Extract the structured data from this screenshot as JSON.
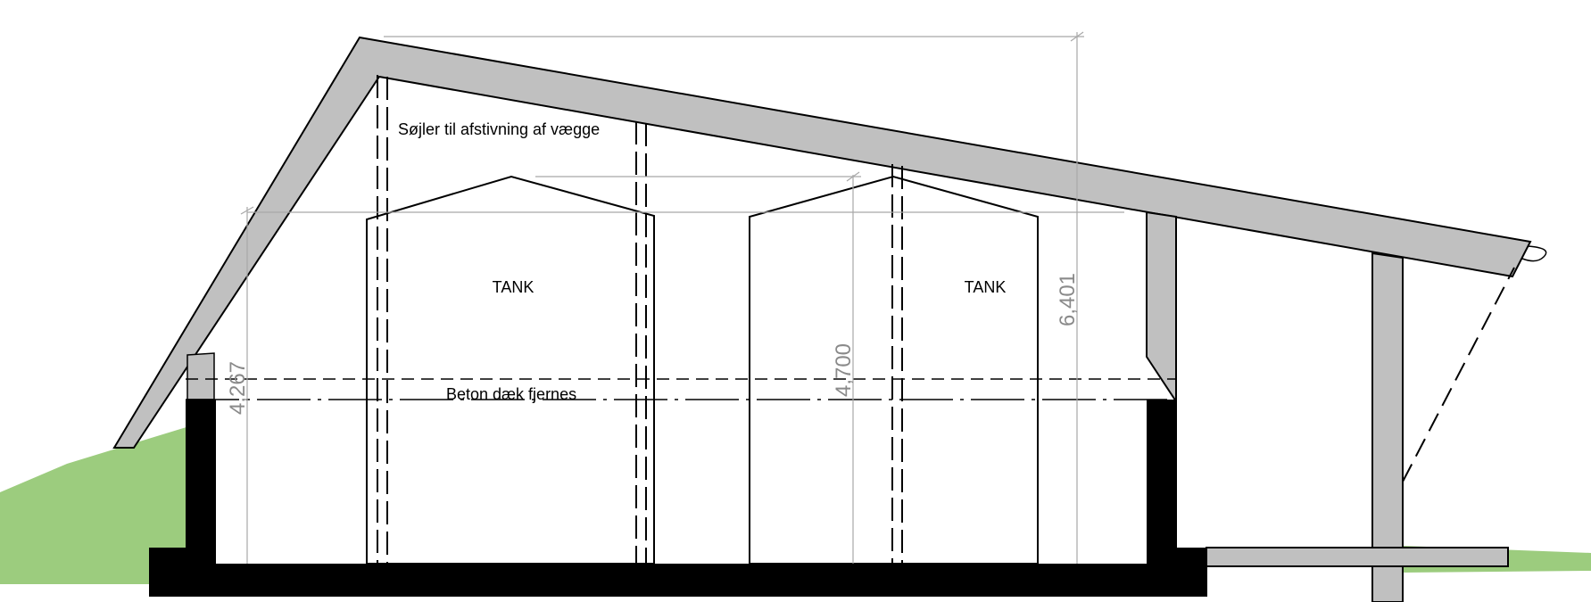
{
  "labels": {
    "columns_note": "Søjler til afstivning af vægge",
    "tank_left": "TANK",
    "tank_right": "TANK",
    "slab_note": "Beton dæk fjernes"
  },
  "dimensions": {
    "left_height": "4,267",
    "tank_height": "4,700",
    "ridge_height": "6,401"
  },
  "colors": {
    "roof": "#c0c0c0",
    "concrete": "#000000",
    "ground": "#9ccc7e",
    "dimension": "#a8a8a8"
  }
}
